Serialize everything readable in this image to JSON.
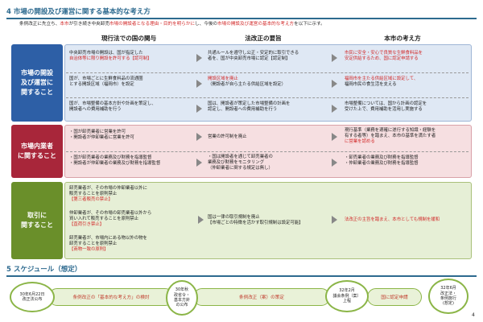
{
  "section4": {
    "title": "4  市場の開設及び運営に関する基本的な考え方",
    "intro_parts": [
      "条例改正に先立ち、",
      "本市",
      "が引き続き中央卸売",
      "市場の開設者となる理由・目的を明らかに",
      "し、今後の",
      "市場の開設及び運営の基本的な考え方",
      "を以下に示す。"
    ],
    "columns": [
      "現行法での国の関与",
      "法改正の要旨",
      "本市の考え方"
    ],
    "rows": [
      {
        "header": "市場の開設\n及び運営に\n関すること",
        "cells": [
          [
            "中央卸売市場の開設は、国が指定した",
            "自治体等に限り開設を許可する【認可制】"
          ],
          [
            "共通ルールを遵守し公正・安定的に取引できる",
            "者を、国が中央卸売市場に認定【認定制】"
          ],
          [
            "市民に安全・安心で良質な生鮮食料品を",
            "安定供給するため、国に認定申請する"
          ]
        ],
        "cells2": [
          [
            "国が、市場ごとに生鮮食料品の流通圏",
            "とする開設区域（福岡市）を設定"
          ],
          [
            "開設区域を廃止",
            "（開設者が自ら主たる供給区域を設定）"
          ],
          [
            "福岡市を主たる供給区域に設定して、",
            "福岡市民の食生活を支える"
          ]
        ],
        "cells3": [
          [
            "国が、市場整備の基本方針や計画を策定し、",
            "開設者への費用補助を行う"
          ],
          [
            "国は、開設者が策定した市場整備の計画を",
            "認定し、開設者への費用補助を行う"
          ],
          [
            "市場整備については、国から計画の認定を",
            "受けた上で、費用補助を活用し実施する"
          ]
        ]
      },
      {
        "header": "市場内業者\nに関すること",
        "cells": [
          [
            "・国が卸売業者に営業を許可",
            "・開設者が仲卸業者に営業を許可"
          ],
          [
            "営業の許可制を廃止"
          ],
          [
            "現行基準（業務を適確に遂行する知識・経験を",
            "有する者等）を踏まえ、本市の基準を満たす者",
            "に営業を認める"
          ]
        ],
        "cells2": [
          [
            "・国が卸売業者の業務及び財務を指導監督",
            "・開設者が仲卸業者の業務及び財務を指導監督"
          ],
          [
            "・国は開設者を通じて卸売業者の",
            "業務及び財務をモニタリング",
            "（仲卸業者に関する規定は無し）"
          ],
          [
            "・卸売業者の業務及び財務を指導監督",
            "・仲卸業者の業務及び財務を指導監督"
          ]
        ]
      },
      {
        "header": "取引に\n関すること",
        "cells": [
          [
            "卸売業者が、その市場の仲卸業者以外に",
            "販売することを原則禁止",
            "【第三者販売の禁止】"
          ],
          [
            "仲卸業者が、その市場の卸売業者以外から",
            "買い入れて販売することを原則禁止",
            "【直荷引き禁止】"
          ],
          [
            "卸売業者が、市場内にある物以外の物を",
            "卸売することを原則禁止",
            "【商物一致の原則】"
          ]
        ],
        "middle": [
          "国は一律の取引規制を廃止",
          "【市場ごとの特徴を活かす取引規制は設定可能】"
        ],
        "right": "法改正の主旨を踏まえ、本市としても規制を緩和"
      }
    ]
  },
  "section5": {
    "title": "5  スケジュール（想定）",
    "milestones": [
      "30年6月22日\n改正法公布",
      "30年秋\n政省令・\n基本方針\nの公布",
      "32年2月\n議会条例（案）\n上程",
      "32年6月\n改正法・\n条例施行\n(想定)"
    ],
    "bars": [
      "条例改正の「基本的な考え方」の検討",
      "条例改正（案）の策定",
      "国に認定申請"
    ]
  },
  "page_number": "4",
  "colors": {
    "blue": "#2d5fa6",
    "red": "#a8263a",
    "green": "#6a8f2a",
    "band_blue": "#dfe8f4",
    "band_red": "#f6dfe1",
    "band_green": "#e6efd6",
    "accent_red": "#d22a2a"
  }
}
